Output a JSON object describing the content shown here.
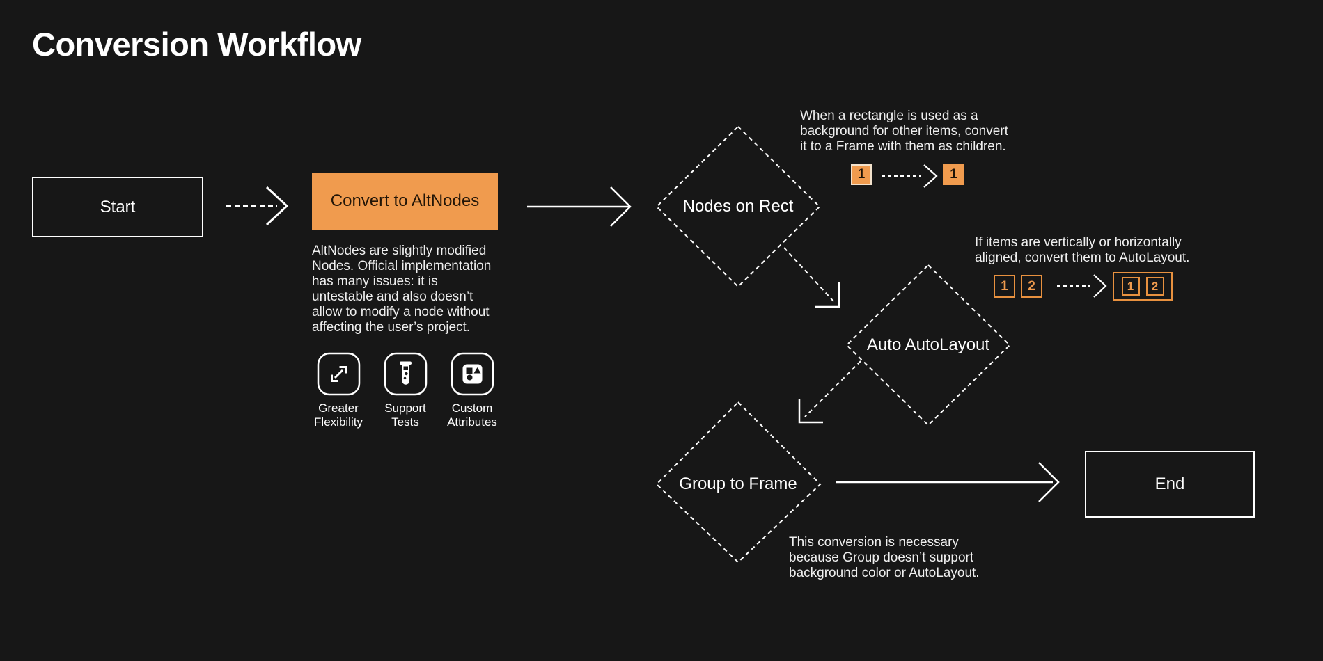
{
  "page": {
    "title": "Conversion Workflow",
    "background": "#171717",
    "accent": "#F09B4E",
    "foreground": "#FFFFFF"
  },
  "nodes": {
    "start": {
      "label": "Start"
    },
    "convert": {
      "label": "Convert to AltNodes",
      "description": "AltNodes are slightly modified\nNodes. Official implementation\nhas many issues: it is\nuntestable and also doesn’t\nallow to modify a node without\naffecting the user’s project."
    },
    "nodes_on_rect": {
      "label": "Nodes on Rect"
    },
    "auto_autolayout": {
      "label": "Auto AutoLayout"
    },
    "group_to_frame": {
      "label": "Group to Frame"
    },
    "end": {
      "label": "End"
    }
  },
  "features": [
    {
      "icon": "expand-diagonal-icon",
      "label": "Greater Flexibility"
    },
    {
      "icon": "test-tube-icon",
      "label": "Support Tests"
    },
    {
      "icon": "shapes-icon",
      "label": "Custom Attributes"
    }
  ],
  "annotations": {
    "rect_to_frame": {
      "text": "When a rectangle is used as a\nbackground for other items, convert\nit to a Frame with them as children.",
      "chip_before": "1",
      "chip_after": "1"
    },
    "autolayout": {
      "text": "If items are vertically or horizontally\naligned, convert them to AutoLayout.",
      "chips_before": [
        "1",
        "2"
      ],
      "chips_after": [
        "1",
        "2"
      ]
    },
    "group_frame": {
      "text": "This conversion is necessary\nbecause Group doesn’t support\nbackground color or AutoLayout."
    }
  }
}
